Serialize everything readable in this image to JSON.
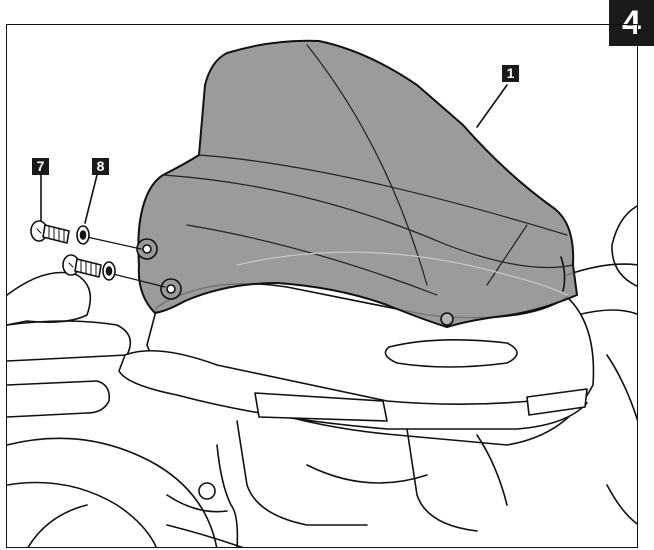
{
  "step": {
    "number": "4"
  },
  "callouts": [
    {
      "id": "windshield",
      "label": "1"
    },
    {
      "id": "screw",
      "label": "7"
    },
    {
      "id": "washer",
      "label": "8"
    }
  ],
  "colors": {
    "windshield_fill": "#8a8a8a",
    "outline": "#111111",
    "badge": "#1a1a1a"
  }
}
